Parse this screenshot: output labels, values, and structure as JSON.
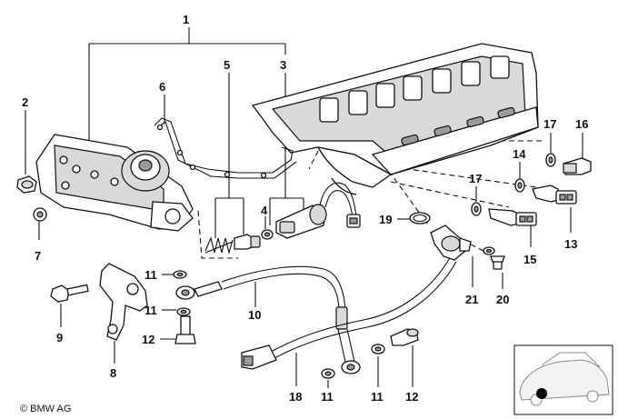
{
  "diagram": {
    "callouts": [
      {
        "id": "c1",
        "label": "1"
      },
      {
        "id": "c2",
        "label": "2"
      },
      {
        "id": "c3",
        "label": "3"
      },
      {
        "id": "c4",
        "label": "4"
      },
      {
        "id": "c5",
        "label": "5"
      },
      {
        "id": "c6",
        "label": "6"
      },
      {
        "id": "c7",
        "label": "7"
      },
      {
        "id": "c8",
        "label": "8"
      },
      {
        "id": "c9",
        "label": "9"
      },
      {
        "id": "c10",
        "label": "10"
      },
      {
        "id": "c11a",
        "label": "11"
      },
      {
        "id": "c11b",
        "label": "11"
      },
      {
        "id": "c11c",
        "label": "11"
      },
      {
        "id": "c11d",
        "label": "11"
      },
      {
        "id": "c12a",
        "label": "12"
      },
      {
        "id": "c12b",
        "label": "12"
      },
      {
        "id": "c13",
        "label": "13"
      },
      {
        "id": "c14",
        "label": "14"
      },
      {
        "id": "c15",
        "label": "15"
      },
      {
        "id": "c16",
        "label": "16"
      },
      {
        "id": "c17a",
        "label": "17"
      },
      {
        "id": "c17b",
        "label": "17"
      },
      {
        "id": "c18",
        "label": "18"
      },
      {
        "id": "c19",
        "label": "19"
      },
      {
        "id": "c20",
        "label": "20"
      },
      {
        "id": "c21",
        "label": "21"
      }
    ],
    "copyright": "© BMW AG"
  }
}
